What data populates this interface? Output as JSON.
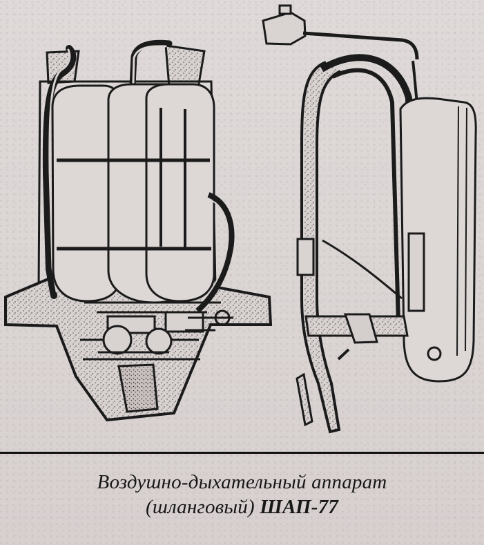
{
  "caption": {
    "line1": "Воздушно-дыхательный аппарат",
    "line2_prefix": "(шланговый)",
    "line2_code": "ШАП-77"
  },
  "colors": {
    "ink": "#1a1a1a",
    "paper": "#ddd8d6",
    "shade": "#b8b0b0"
  }
}
